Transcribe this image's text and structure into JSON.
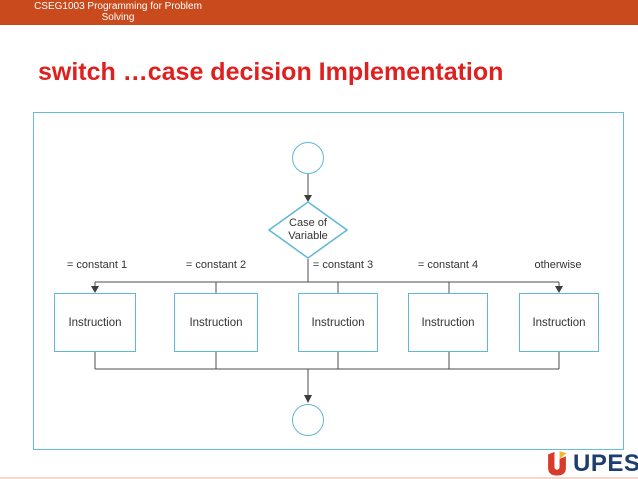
{
  "header": {
    "course_title_line1": "CSEG1003 Programming for Problem",
    "course_title_line2": "Solving"
  },
  "slide": {
    "title": "switch …case decision Implementation"
  },
  "diagram": {
    "decision_line1": "Case of",
    "decision_line2": "Variable",
    "branch_labels": [
      "= constant 1",
      "= constant 2",
      "= constant 3",
      "= constant 4",
      "otherwise"
    ],
    "instruction_boxes": [
      "Instruction",
      "Instruction",
      "Instruction",
      "Instruction",
      "Instruction"
    ]
  },
  "footer": {
    "logo_text": "UPES"
  },
  "colors": {
    "header_bar": "#C94B1D",
    "title_red": "#E01F1F",
    "shape_stroke": "#5FB8D4",
    "connector_line": "#4D4D4D",
    "logo_navy": "#1C3F70",
    "logo_red": "#D93B2B",
    "logo_yellow": "#F6B52E"
  }
}
